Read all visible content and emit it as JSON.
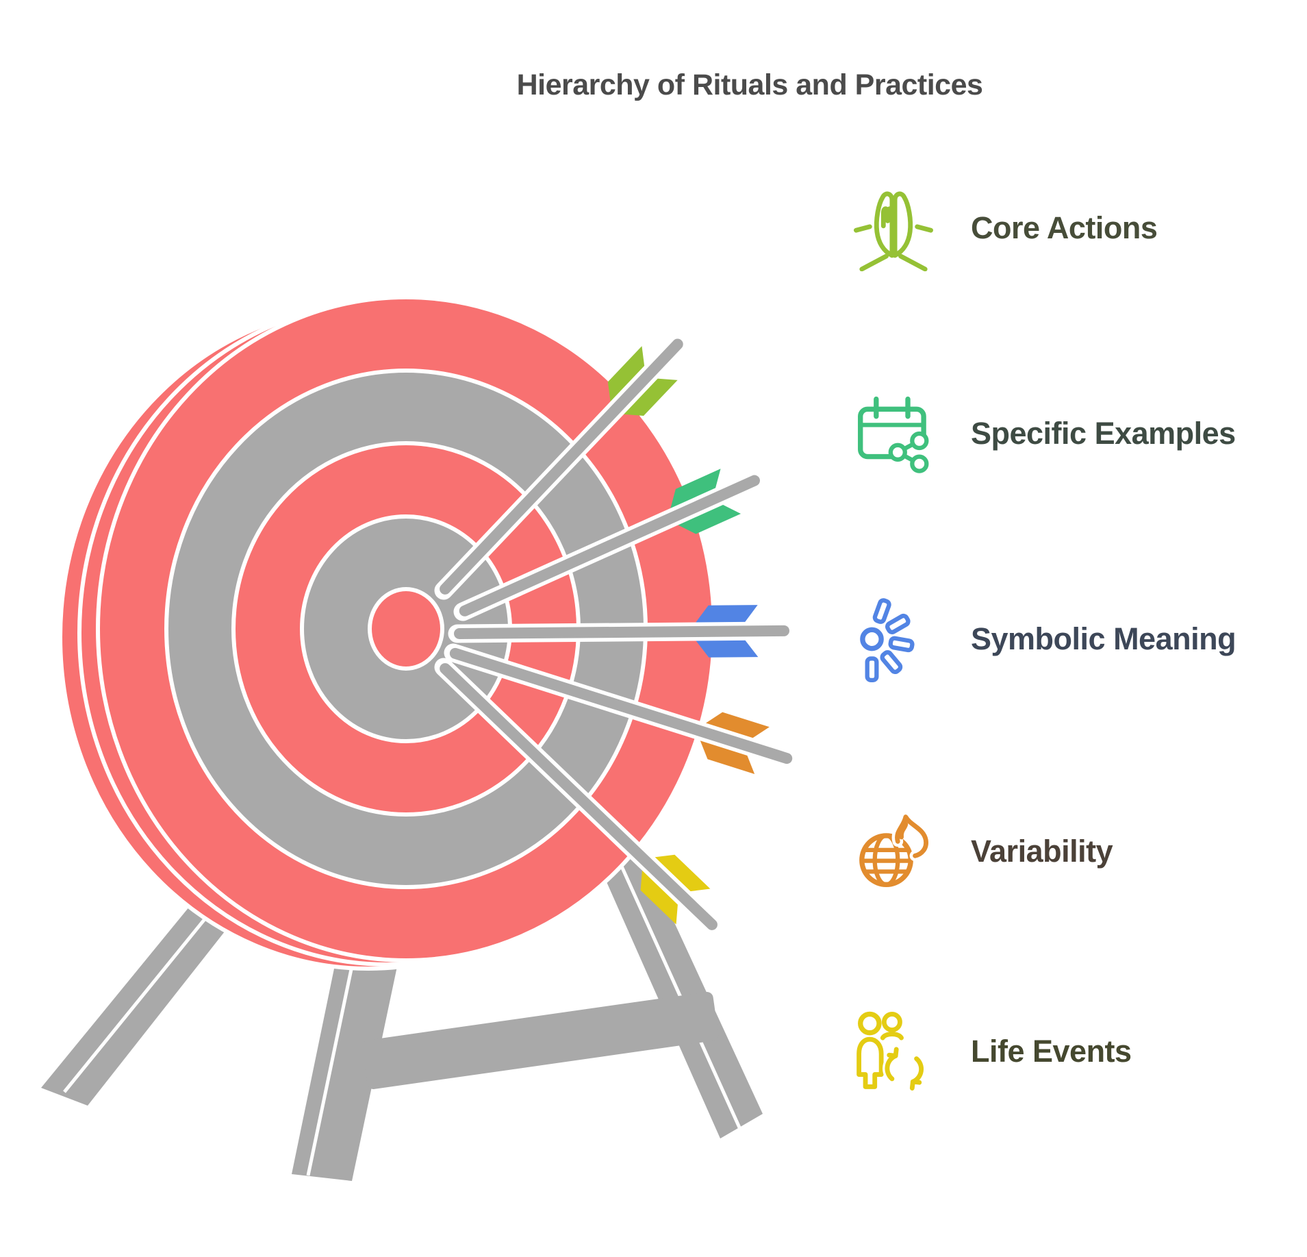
{
  "title": "Hierarchy of Rituals and Practices",
  "legend": {
    "items": [
      {
        "label": "Core Actions",
        "icon": "praying-hands-icon",
        "icon_color": "#95C135",
        "text_color": "#474D39"
      },
      {
        "label": "Specific Examples",
        "icon": "calendar-share-icon",
        "icon_color": "#3FC07D",
        "text_color": "#3E4B43"
      },
      {
        "label": "Symbolic Meaning",
        "icon": "sparkle-burst-icon",
        "icon_color": "#5284E4",
        "text_color": "#3D4758"
      },
      {
        "label": "Variability",
        "icon": "globe-flame-icon",
        "icon_color": "#E28C2E",
        "text_color": "#4B4138"
      },
      {
        "label": "Life Events",
        "icon": "people-cycle-icon",
        "icon_color": "#E4CC13",
        "text_color": "#45482F"
      }
    ]
  },
  "graphic": {
    "description": "archery target on wooden stand with five arrows hitting bullseye, one arrow per legend item"
  },
  "colors": {
    "background": "#FFFFFF",
    "title_text": "#4B4B4B",
    "target_red": "#F87171",
    "stand_gray": "#A9A9A9",
    "shaft_gray": "#A9A9A9"
  }
}
